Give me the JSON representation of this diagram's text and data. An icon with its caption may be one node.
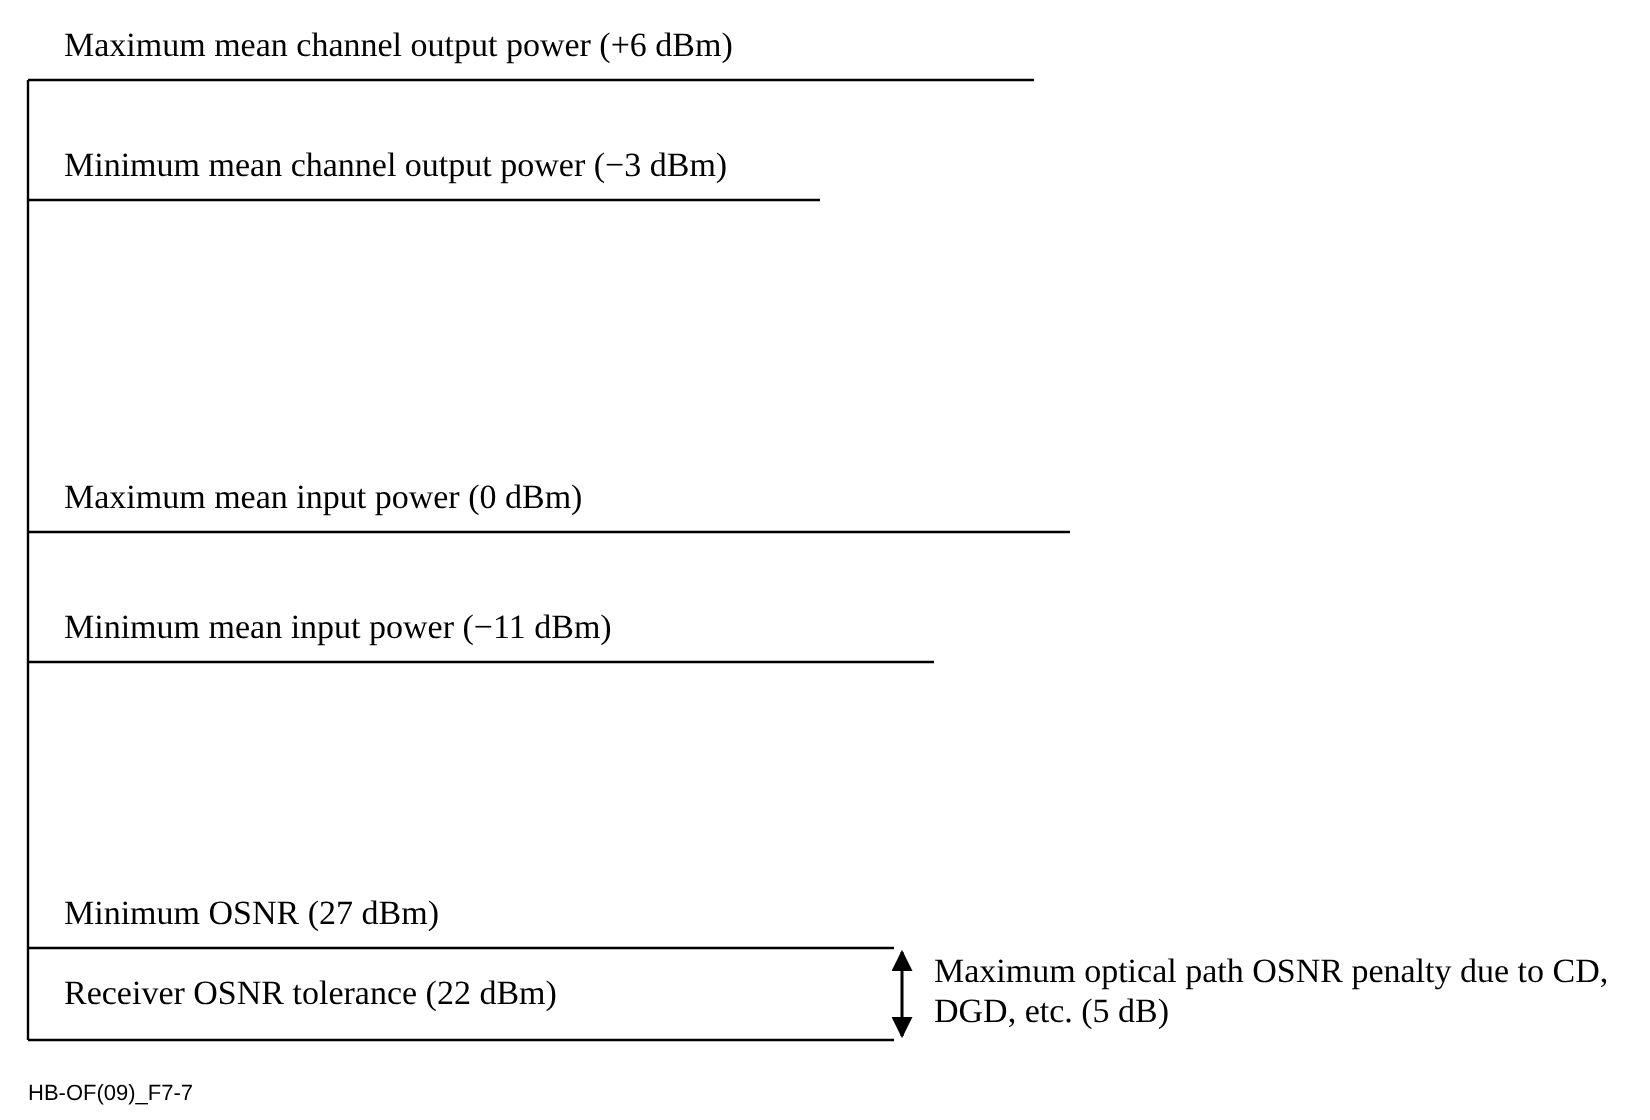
{
  "diagram": {
    "labels": [
      "Maximum mean channel output power (+6 dBm)",
      "Minimum mean channel output power (−3 dBm)",
      "Maximum mean input power (0 dBm)",
      "Minimum mean input power (−11 dBm)",
      "Minimum OSNR (27 dBm)",
      "Receiver OSNR tolerance (22 dBm)",
      "Maximum optical path OSNR penalty due to CD, DGD, etc. (5 dB)",
      "HB-OF(09)_F7-7"
    ]
  }
}
